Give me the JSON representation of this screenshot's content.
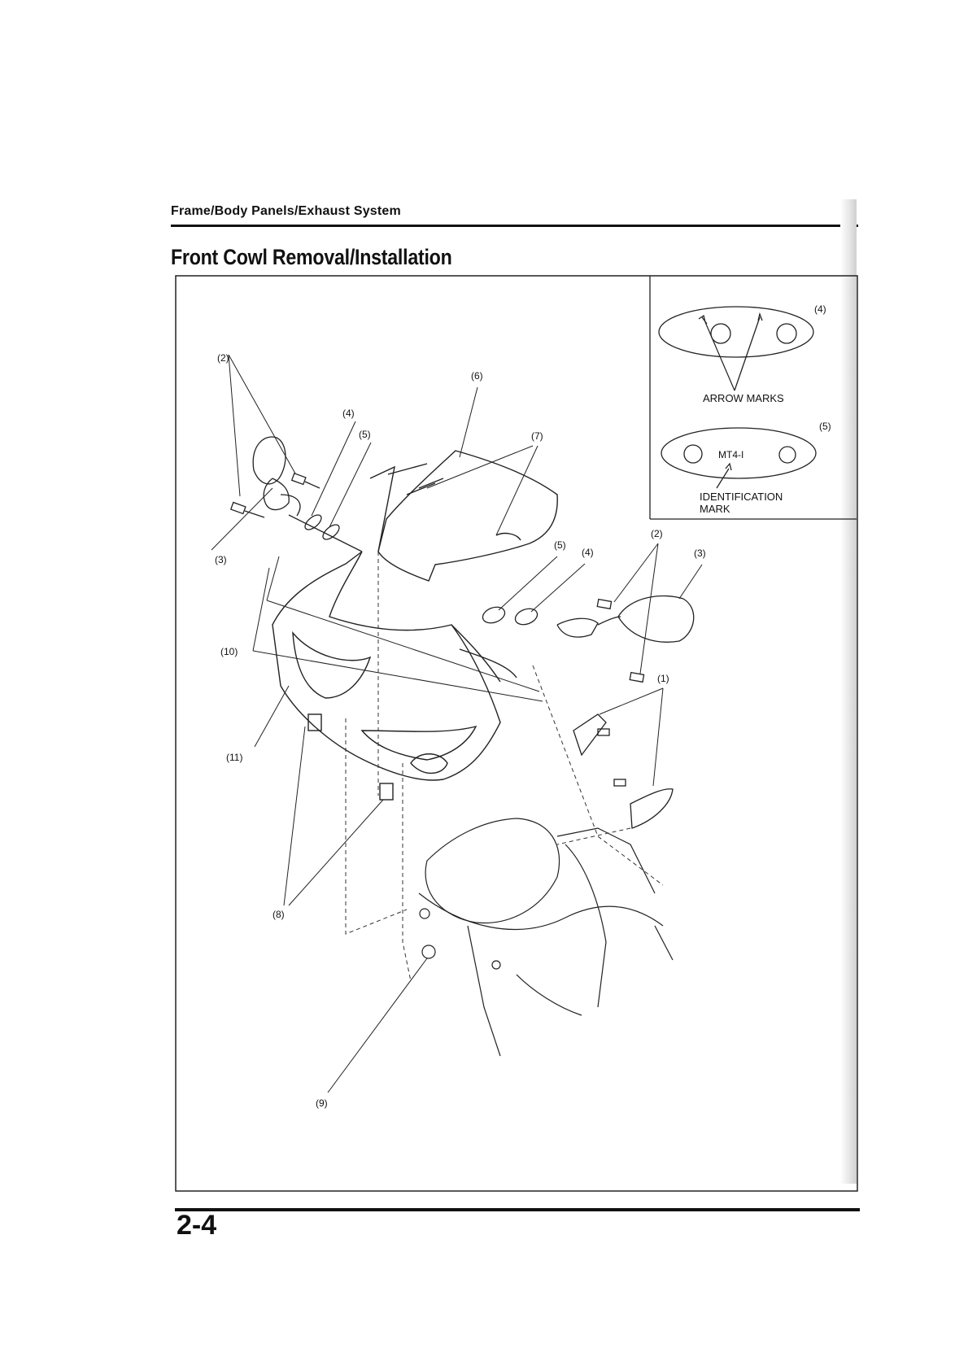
{
  "header": {
    "section": "Frame/Body Panels/Exhaust System"
  },
  "title": "Front Cowl Removal/Installation",
  "inset": {
    "arrow_callout": "(4)",
    "arrow_marks_label": "ARROW MARKS",
    "id_callout": "(5)",
    "id_code": "MT4-I",
    "id_mark_line1": "IDENTIFICATION",
    "id_mark_line2": "MARK"
  },
  "callouts": {
    "c1": "(1)",
    "c2_left": "(2)",
    "c2_right": "(2)",
    "c3_left": "(3)",
    "c3_right": "(3)",
    "c4_left": "(4)",
    "c4_right": "(4)",
    "c5_left": "(5)",
    "c5_right": "(5)",
    "c6": "(6)",
    "c7": "(7)",
    "c8": "(8)",
    "c9": "(9)",
    "c10": "(10)",
    "c11": "(11)"
  },
  "page_number": "2-4"
}
